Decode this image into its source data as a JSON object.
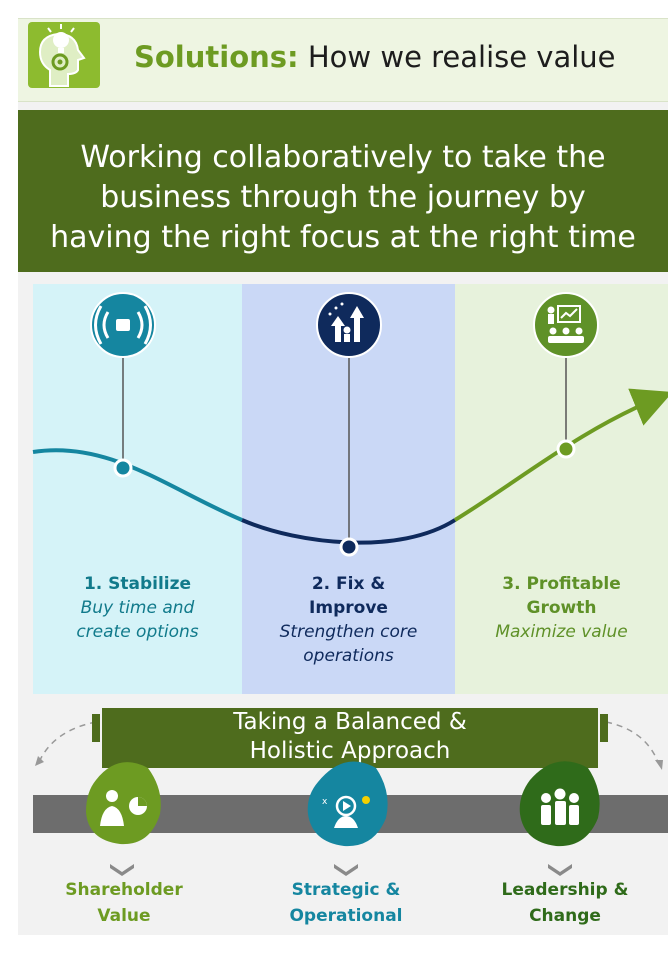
{
  "header": {
    "title_accent": "Solutions:",
    "title_rest": " How we realise value",
    "icon": "lightbulb-gear-head-icon"
  },
  "banner": {
    "lines": [
      "Working collaboratively to take the",
      "business through the journey by",
      "having the right focus at the right time"
    ]
  },
  "stages": [
    {
      "title_lines": [
        "1. Stabilize"
      ],
      "desc_lines": [
        "Buy time and",
        "create options"
      ],
      "icon": "signal-broadcast-icon",
      "color": "#117a8b",
      "desc_color": "#117a8b"
    },
    {
      "title_lines": [
        "2. Fix &",
        "Improve"
      ],
      "desc_lines": [
        "Strengthen core",
        "operations"
      ],
      "icon": "person-growth-arrows-icon",
      "color": "#0f2a5c",
      "desc_color": "#0f2a5c"
    },
    {
      "title_lines": [
        "3. Profitable",
        "Growth"
      ],
      "desc_lines": [
        "Maximize value"
      ],
      "icon": "presentation-audience-icon",
      "color": "#5f9128",
      "desc_color": "#5f9128"
    }
  ],
  "approach": {
    "lines": [
      "Taking a Balanced &",
      "Holistic Approach"
    ]
  },
  "pillars": [
    {
      "lines": [
        "Shareholder",
        "Value"
      ],
      "icon": "businessman-chart-icon",
      "color": "#6d9b22"
    },
    {
      "lines": [
        "Strategic &",
        "Operational"
      ],
      "icon": "strategy-head-idea-icon",
      "color": "#1586a0"
    },
    {
      "lines": [
        "Leadership &",
        "Change"
      ],
      "icon": "team-people-icon",
      "color": "#2f6b1a"
    }
  ],
  "colors": {
    "dark_green": "#4e6c1d",
    "teal": "#1586a0",
    "navy": "#0f2a5c",
    "green": "#6d9b22"
  }
}
